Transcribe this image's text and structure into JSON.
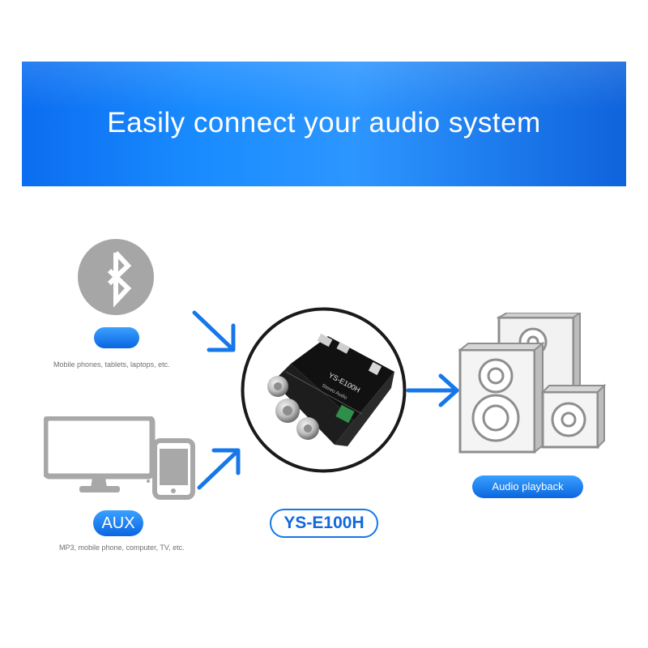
{
  "banner": {
    "title": "Easily connect your audio system"
  },
  "sources": [
    {
      "label": "",
      "caption": "Mobile phones, tablets, laptops, etc.",
      "icon": "bluetooth-icon"
    },
    {
      "label": "AUX",
      "caption": "MP3, mobile phone, computer, TV, etc.",
      "icon": "monitor-phone-icon"
    }
  ],
  "device": {
    "model": "YS-E100H",
    "icon": "amplifier-board-icon"
  },
  "output": {
    "label": "Audio playback",
    "icon": "speakers-icon"
  },
  "colors": {
    "accent": "#1577ea",
    "gray_icon": "#a8a8a8"
  }
}
